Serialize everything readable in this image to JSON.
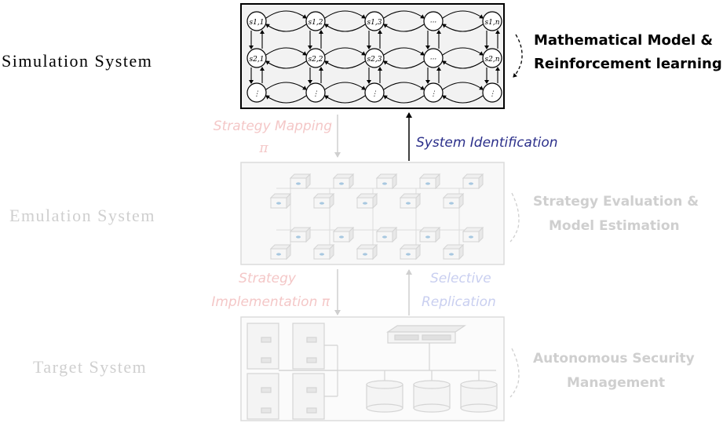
{
  "layers": [
    {
      "label": "Simulation System",
      "side_label": [
        "Mathematical Model &",
        "Reinforcement learning"
      ]
    },
    {
      "label": "Emulation System",
      "side_label": [
        "Strategy Evaluation &",
        "Model Estimation"
      ]
    },
    {
      "label": "Target System",
      "side_label": [
        "Autonomous Security",
        "Management"
      ]
    }
  ],
  "arrows": {
    "strategy_mapping": [
      "Strategy Mapping",
      "π"
    ],
    "system_identification": [
      "System Identification"
    ],
    "strategy_implementation": [
      "Strategy",
      "Implementation π"
    ],
    "selective_replication": [
      "Selective",
      "Replication"
    ]
  },
  "states": {
    "row1": [
      "s1,1",
      "s1,2",
      "s1,3",
      "···",
      "s1,n"
    ],
    "row2": [
      "s2,1",
      "s2,2",
      "s2,3",
      "···",
      "s2,n"
    ],
    "row3": [
      "⋮",
      "⋮",
      "⋮",
      "⋮",
      "⋮"
    ]
  },
  "colors": {
    "active": "#000000",
    "identification": "#2b2f8a",
    "faded_red": "#f4c7c7",
    "faded_blue": "#c9cff0",
    "faded_gray": "#cfcfcf"
  }
}
